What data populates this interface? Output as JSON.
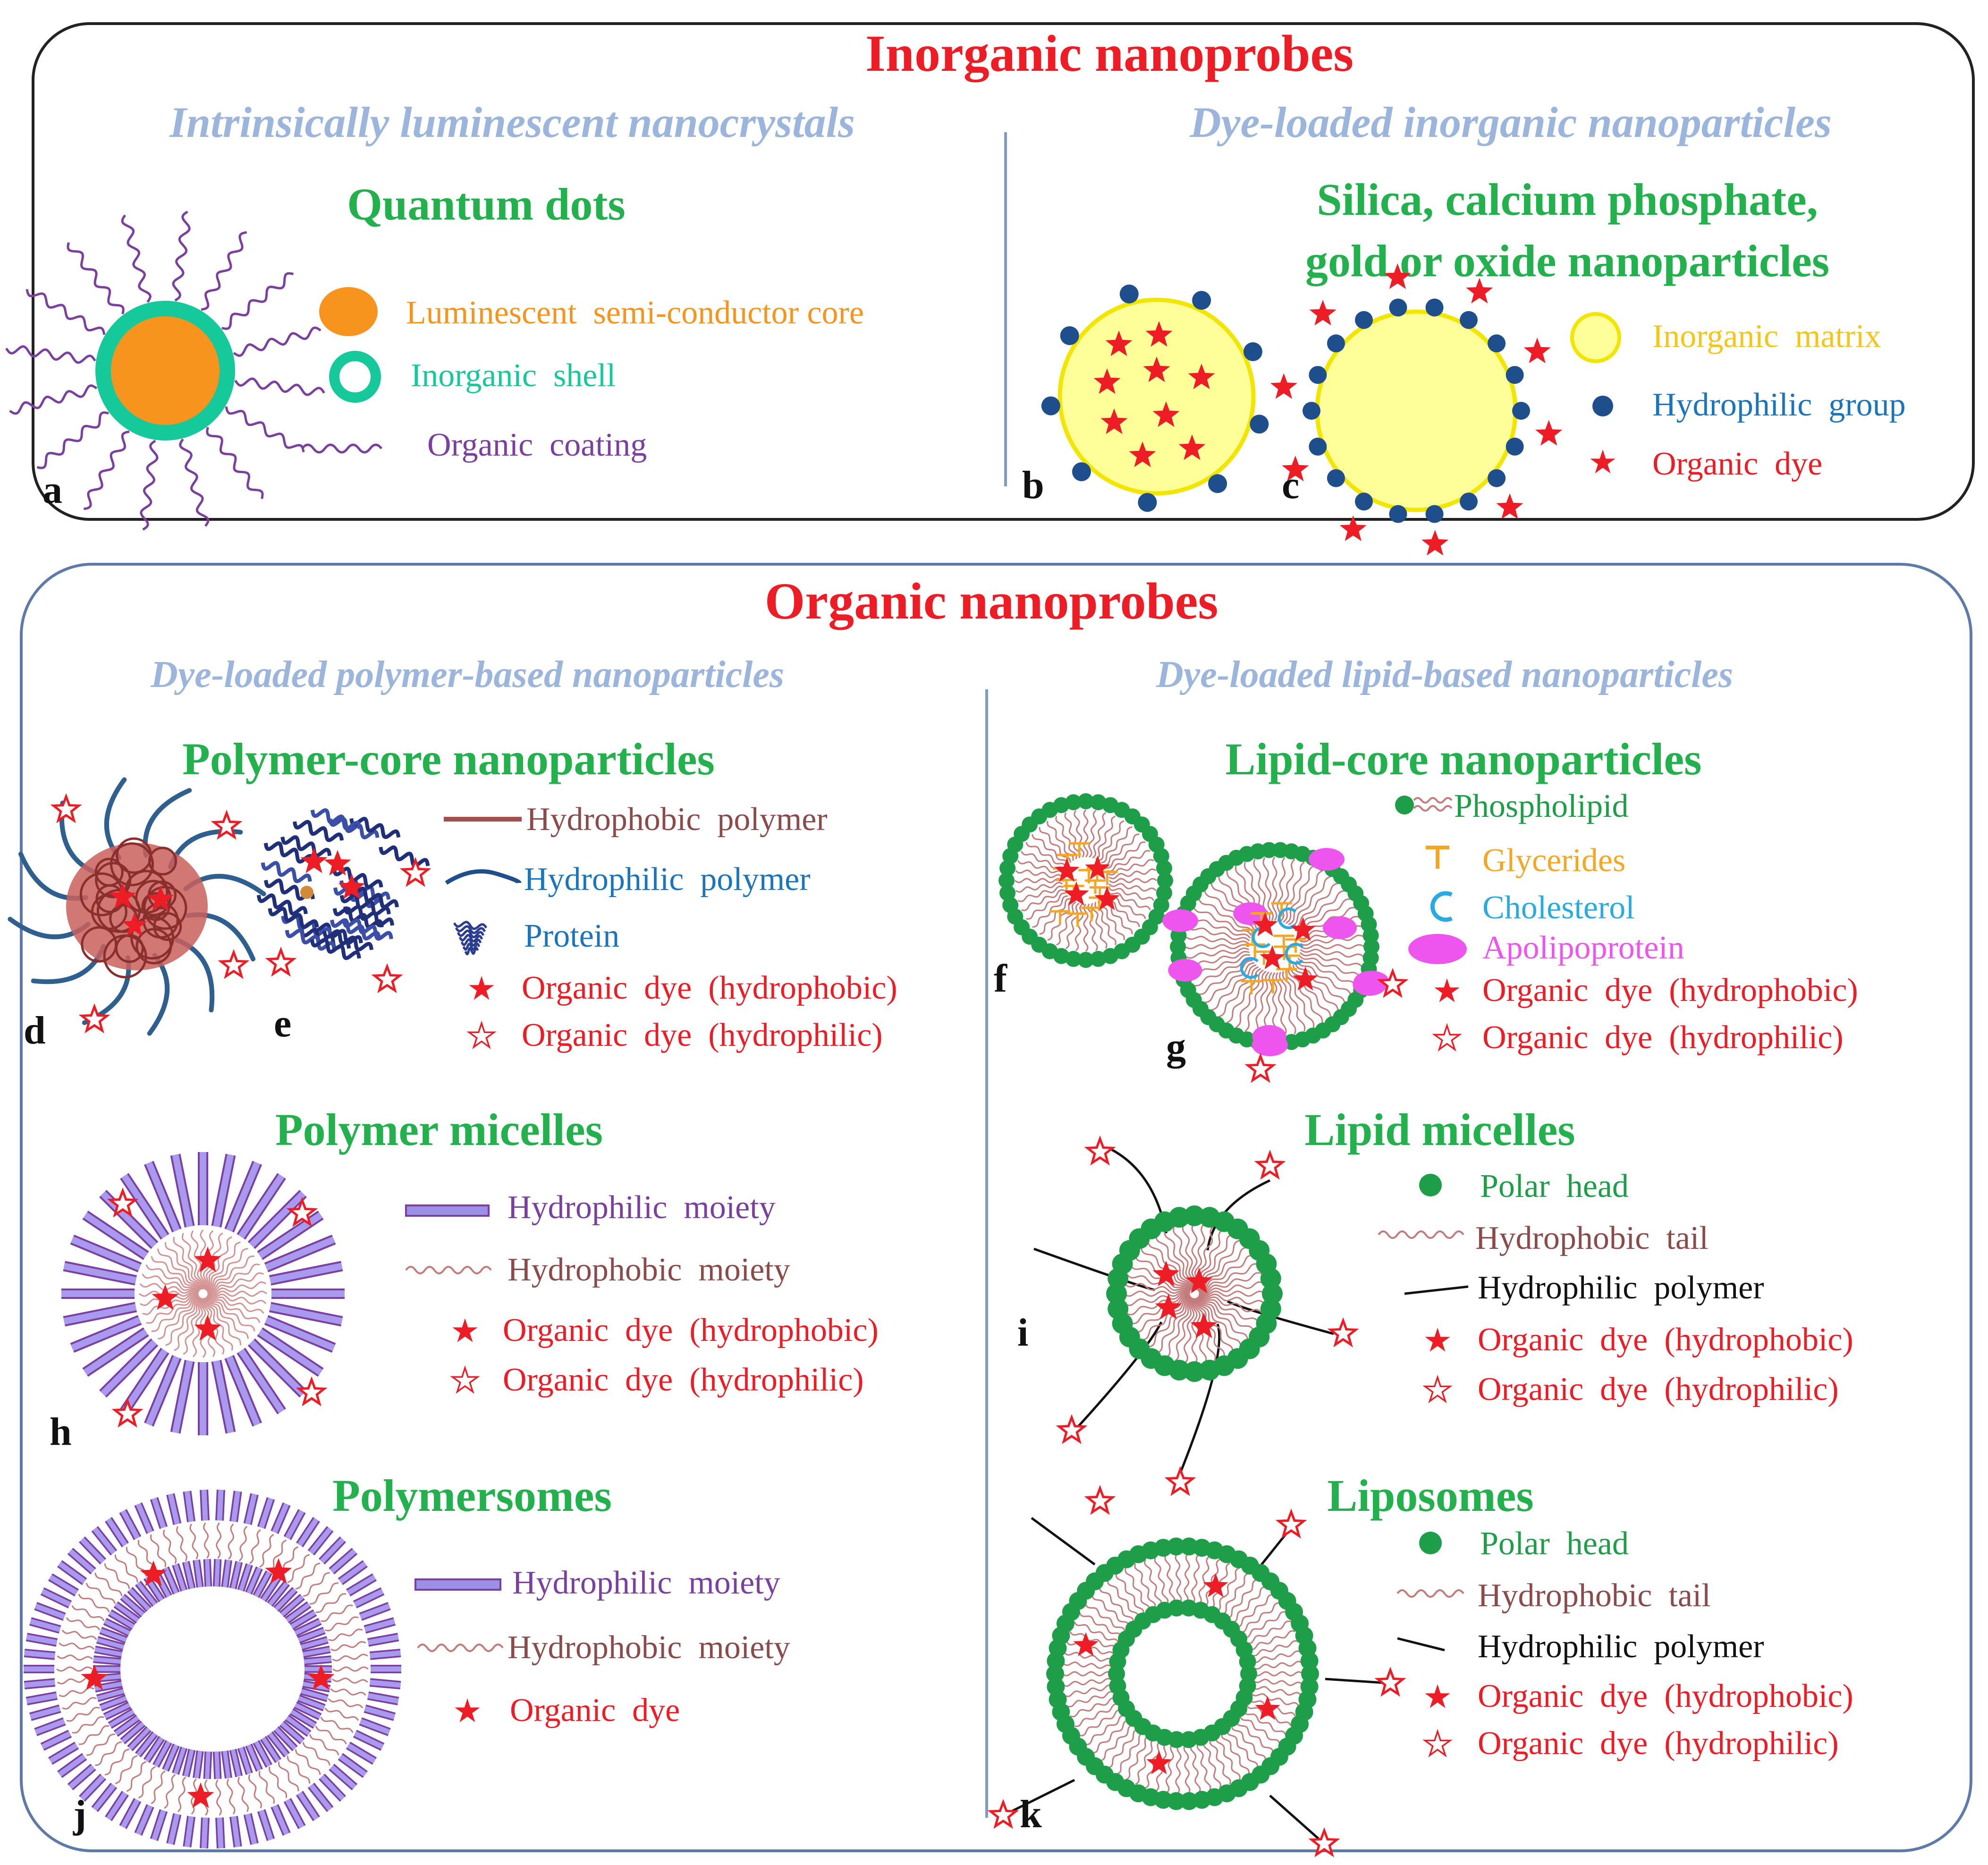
{
  "inorganic": {
    "title": "Inorganic nanoprobes",
    "left_sub": "Intrinsically luminescent nanocrystals",
    "right_sub": "Dye-loaded inorganic nanoparticles",
    "qd": {
      "title": "Quantum dots",
      "legend": [
        "Luminescent  semi-conductor core",
        "Inorganic  shell",
        "Organic  coating"
      ],
      "tag": "a"
    },
    "silica": {
      "title1": "Silica, calcium phosphate,",
      "title2": "gold or oxide nanoparticles",
      "legend": [
        "Inorganic  matrix",
        "Hydrophilic  group",
        "Organic  dye"
      ],
      "tags": [
        "b",
        "c"
      ]
    }
  },
  "organic": {
    "title": "Organic nanoprobes",
    "left_sub": "Dye-loaded polymer-based nanoparticles",
    "right_sub": "Dye-loaded lipid-based nanoparticles",
    "polymer_core": {
      "title": "Polymer-core nanoparticles",
      "legend": [
        "Hydrophobic  polymer",
        "Hydrophilic  polymer",
        "Protein",
        "Organic  dye  (hydrophobic)",
        "Organic  dye  (hydrophilic)"
      ],
      "tags": [
        "d",
        "e"
      ]
    },
    "lipid_core": {
      "title": "Lipid-core nanoparticles",
      "legend": [
        "Phospholipid",
        "Glycerides",
        "Cholesterol",
        "Apolipoprotein",
        "Organic  dye  (hydrophobic)",
        "Organic  dye  (hydrophilic)"
      ],
      "tags": [
        "f",
        "g"
      ]
    },
    "polymer_micelles": {
      "title": "Polymer micelles",
      "legend": [
        "Hydrophilic  moiety",
        "Hydrophobic  moiety",
        "Organic  dye  (hydrophobic)",
        "Organic  dye  (hydrophilic)"
      ],
      "tag": "h"
    },
    "lipid_micelles": {
      "title": "Lipid micelles",
      "legend": [
        "Polar  head",
        "Hydrophobic  tail",
        "Hydrophilic  polymer",
        "Organic  dye  (hydrophobic)",
        "Organic  dye  (hydrophilic)"
      ],
      "tag": "i"
    },
    "polymersomes": {
      "title": "Polymersomes",
      "legend": [
        "Hydrophilic  moiety",
        "Hydrophobic  moiety",
        "Organic  dye"
      ],
      "tag": "j"
    },
    "liposomes": {
      "title": "Liposomes",
      "legend": [
        "Polar  head",
        "Hydrophobic  tail",
        "Hydrophilic  polymer",
        "Organic  dye  (hydrophobic)",
        "Organic  dye  (hydrophilic)"
      ],
      "tag": "k"
    }
  },
  "colors": {
    "title_red": "#ee1c25",
    "subtitle_blue": "#9bb5dd",
    "heading_green": "#22b14c",
    "orange": "#f7941d",
    "teal": "#16c99a",
    "purple": "#7b3fa0",
    "yellow_fill": "#ffff99",
    "yellow_stroke": "#f2e600",
    "navy_dot": "#1f4e8c",
    "blue_text": "#1b75bc",
    "brown": "#a0504f",
    "lipid_green": "#1f9e4a",
    "gly_orange": "#f5a623",
    "chol_blue": "#29abe2",
    "magenta": "#ee55ee"
  },
  "icons": [
    "quantum-dot-icon",
    "star-icon",
    "hollow-star-icon",
    "hydrophilic-dot-icon",
    "micelle-icon",
    "vesicle-icon",
    "protein-icon"
  ]
}
